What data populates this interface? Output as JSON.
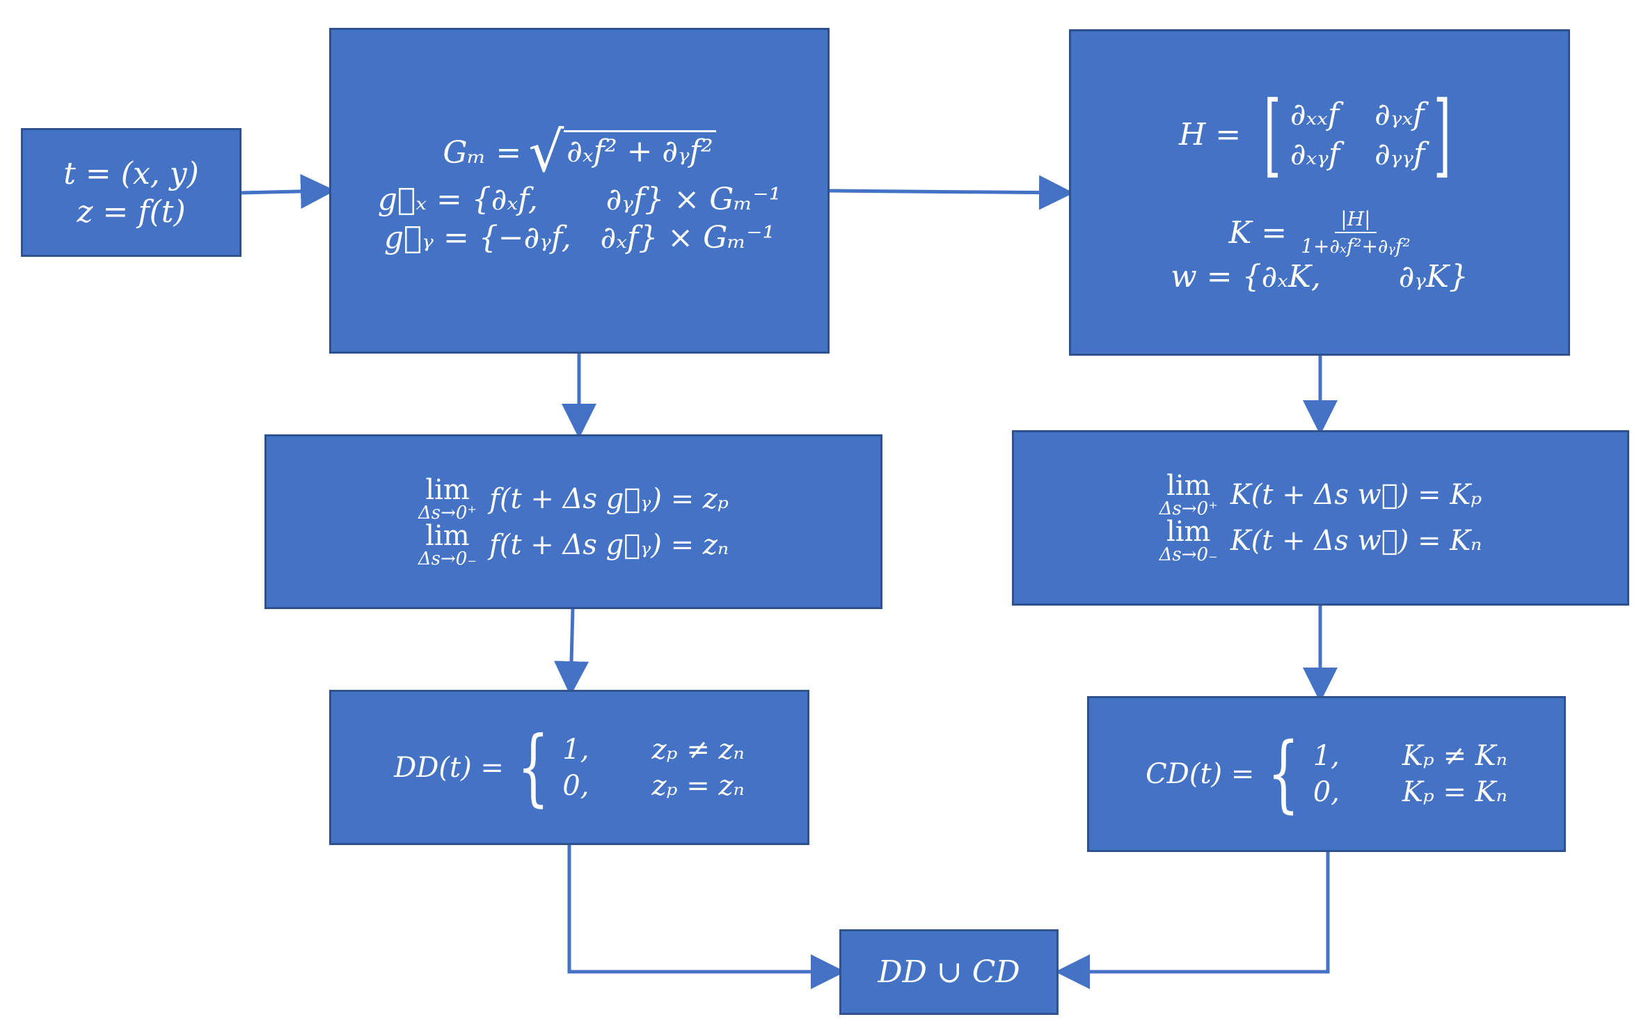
{
  "box_input": {
    "line1": "t = (x, y)",
    "line2": "z = f(t)"
  },
  "box_gradient": {
    "gm_lhs": "Gₘ =",
    "gm_radicand": "∂ₓf² + ∂ᵧf²",
    "gx": "g⃗ₓ = {∂ₓf,       ∂ᵧf} × Gₘ⁻¹",
    "gy": "g⃗ᵧ = {−∂ᵧf,   ∂ₓf} × Gₘ⁻¹"
  },
  "box_hessian": {
    "h_lhs": "H =",
    "h11": "∂ₓₓf",
    "h12": "∂ᵧₓf",
    "h21": "∂ₓᵧf",
    "h22": "∂ᵧᵧf",
    "k_lhs": "K =",
    "k_num": "|H|",
    "k_den": "1+∂ₓf²+∂ᵧf²",
    "w": "w = {∂ₓK,        ∂ᵧK}"
  },
  "box_limit_z": {
    "lim_word": "lim",
    "sub_pos": "Δs→0⁺",
    "expr_pos": "f(t + Δs g⃗ᵧ) = zₚ",
    "sub_neg": "Δs→0₋",
    "expr_neg": "f(t + Δs g⃗ᵧ) = zₙ"
  },
  "box_limit_k": {
    "lim_word": "lim",
    "sub_pos": "Δs→0⁺",
    "expr_pos": "K(t + Δs w⃗) = Kₚ",
    "sub_neg": "Δs→0₋",
    "expr_neg": "K(t + Δs w⃗) = Kₙ"
  },
  "box_dd": {
    "lhs": "DD(t) =",
    "c1_val": "1,",
    "c1_cond": "zₚ ≠ zₙ",
    "c2_val": "0,",
    "c2_cond": "zₚ = zₙ"
  },
  "box_cd": {
    "lhs": "CD(t) =",
    "c1_val": "1,",
    "c1_cond": "Kₚ ≠ Kₙ",
    "c2_val": "0,",
    "c2_cond": "Kₚ = Kₙ"
  },
  "box_union": {
    "text": "DD ∪ CD"
  },
  "colors": {
    "box_fill": "#4472C4",
    "box_border": "#2F528F",
    "arrow": "#4472C4"
  }
}
